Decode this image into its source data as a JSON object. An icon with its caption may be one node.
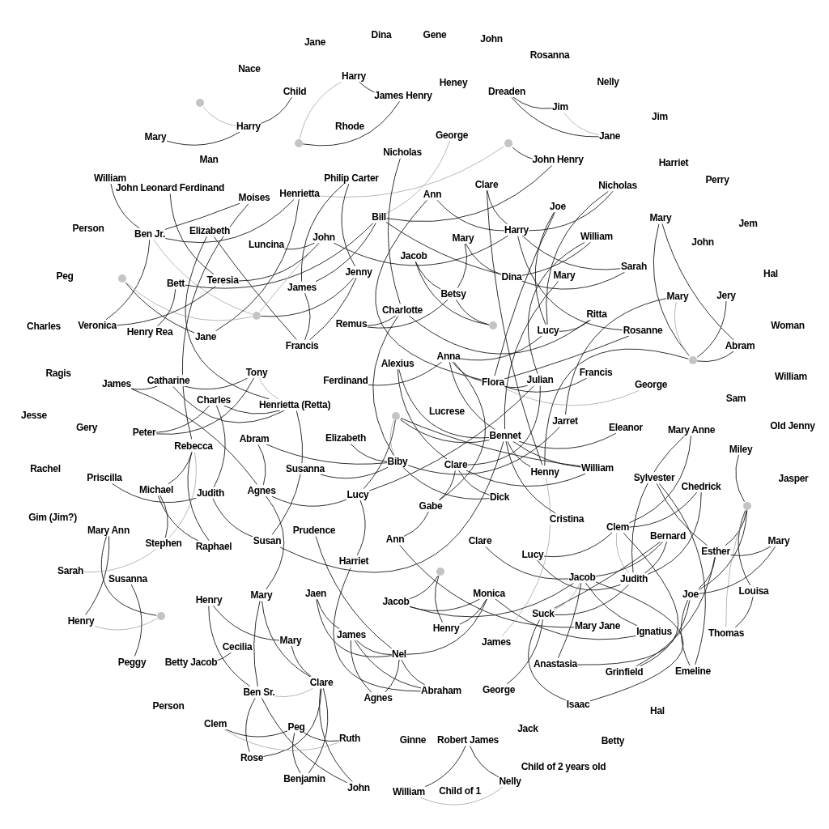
{
  "diagram": {
    "nodes": [
      {
        "text": [
          "Jane"
        ]
      },
      {
        "text": [
          "Dina"
        ]
      },
      {
        "text": [
          "Gene"
        ]
      },
      {
        "text": [
          "John"
        ]
      },
      {
        "text": [
          "Rosanna"
        ]
      },
      {
        "text": [
          "Nace"
        ]
      },
      {
        "text": [
          "Harry"
        ]
      },
      {
        "text": [
          "Heney"
        ]
      },
      {
        "text": [
          "Nelly"
        ]
      },
      {
        "text": [
          "Child"
        ]
      },
      {
        "text": [
          "James Henry"
        ]
      },
      {
        "text": [
          "Dreaden"
        ]
      },
      {
        "text": [],
        "shape": "circle"
      },
      {
        "text": [
          "Jim"
        ]
      },
      {
        "text": [
          "Jim"
        ]
      },
      {
        "text": [
          "Harry"
        ]
      },
      {
        "text": [
          "Rhode"
        ]
      },
      {
        "text": [
          "Jane"
        ]
      },
      {
        "text": [
          "Mary"
        ]
      },
      {
        "text": [],
        "shape": "circle"
      },
      {
        "text": [
          "George"
        ]
      },
      {
        "text": [],
        "shape": "circle"
      },
      {
        "text": [
          "Man"
        ]
      },
      {
        "text": [
          "Nicholas"
        ]
      },
      {
        "text": [
          "John Henry"
        ]
      },
      {
        "text": [
          "Harriet"
        ]
      },
      {
        "text": [
          "William"
        ]
      },
      {
        "text": [
          "John Leonard Ferdinand"
        ]
      },
      {
        "text": [
          "Philip Carter"
        ]
      },
      {
        "text": [
          "Perry"
        ]
      },
      {
        "text": [
          "Clare"
        ]
      },
      {
        "text": [
          "Moises"
        ]
      },
      {
        "text": [
          "Henrietta"
        ]
      },
      {
        "text": [
          "Ann"
        ]
      },
      {
        "text": [
          "Nicholas"
        ]
      },
      {
        "text": [
          "Joe"
        ]
      },
      {
        "text": [
          "Person"
        ]
      },
      {
        "text": [
          "Bill"
        ]
      },
      {
        "text": [
          "Mary"
        ]
      },
      {
        "text": [
          "Jem"
        ]
      },
      {
        "text": [
          "Ben Jr."
        ]
      },
      {
        "text": [
          "Elizabeth"
        ]
      },
      {
        "text": [
          "Harry"
        ]
      },
      {
        "text": [
          "Luncina"
        ]
      },
      {
        "text": [
          "John"
        ]
      },
      {
        "text": [
          "Mary"
        ]
      },
      {
        "text": [
          "William"
        ]
      },
      {
        "text": [
          "John"
        ]
      },
      {
        "text": [
          "Jacob"
        ]
      },
      {
        "text": [
          "Sarah"
        ]
      },
      {
        "text": [
          "Peg"
        ]
      },
      {
        "text": [],
        "shape": "circle"
      },
      {
        "text": [
          "Bett"
        ]
      },
      {
        "text": [
          "Teresia"
        ]
      },
      {
        "text": [
          "Jenny"
        ]
      },
      {
        "text": [
          "Mary"
        ]
      },
      {
        "text": [
          "Dina"
        ]
      },
      {
        "text": [
          "Hal"
        ]
      },
      {
        "text": [
          "James"
        ]
      },
      {
        "text": [
          "Betsy"
        ]
      },
      {
        "text": [
          "Charlotte"
        ]
      },
      {
        "text": [
          "Jery"
        ]
      },
      {
        "text": [
          "Mary"
        ]
      },
      {
        "text": [
          "Charles"
        ]
      },
      {
        "text": [
          "Veronica"
        ]
      },
      {
        "text": [
          "Henry Rea"
        ]
      },
      {
        "text": [
          "Jane"
        ]
      },
      {
        "text": [],
        "shape": "circle"
      },
      {
        "text": [
          "Remus"
        ]
      },
      {
        "text": [],
        "shape": "circle"
      },
      {
        "text": [
          "Ritta"
        ]
      },
      {
        "text": [
          "Lucy"
        ]
      },
      {
        "text": [
          "Rosanne"
        ]
      },
      {
        "text": [
          "Woman"
        ]
      },
      {
        "text": [
          "Abram"
        ]
      },
      {
        "text": [
          "Francis"
        ]
      },
      {
        "text": [
          "Ferdinand"
        ]
      },
      {
        "text": [
          "Anna"
        ]
      },
      {
        "text": [
          "Alexius"
        ]
      },
      {
        "text": [],
        "shape": "circle"
      },
      {
        "text": [
          "Ragis"
        ]
      },
      {
        "text": [
          "James"
        ]
      },
      {
        "text": [
          "Catharine"
        ]
      },
      {
        "text": [
          "Tony"
        ]
      },
      {
        "text": [
          "Flora"
        ]
      },
      {
        "text": [
          "Julian"
        ]
      },
      {
        "text": [
          "Francis"
        ]
      },
      {
        "text": [
          "William"
        ]
      },
      {
        "text": [
          "George"
        ]
      },
      {
        "text": [
          "Charles"
        ]
      },
      {
        "text": [
          "Henrietta (Retta)"
        ]
      },
      {
        "text": [
          "Sam"
        ]
      },
      {
        "text": [
          "Jesse"
        ]
      },
      {
        "text": [
          "Gery"
        ]
      },
      {
        "text": [
          "Peter"
        ]
      },
      {
        "text": [],
        "shape": "circle"
      },
      {
        "text": [
          "Lucrese"
        ]
      },
      {
        "text": [
          "Jarret"
        ]
      },
      {
        "text": [
          "Old Jenny"
        ]
      },
      {
        "text": [
          "Rebecca"
        ]
      },
      {
        "text": [
          "Abram"
        ]
      },
      {
        "text": [
          "Elizabeth"
        ]
      },
      {
        "text": [
          "Eleanor"
        ]
      },
      {
        "text": [
          "Mary Anne"
        ]
      },
      {
        "text": [
          "Bennet"
        ]
      },
      {
        "text": [
          "Miley"
        ]
      },
      {
        "text": [
          "Rachel"
        ]
      },
      {
        "text": [
          "Susanna"
        ]
      },
      {
        "text": [
          "Biby"
        ]
      },
      {
        "text": [
          "Clare"
        ]
      },
      {
        "text": [
          "Henny"
        ]
      },
      {
        "text": [
          "William"
        ]
      },
      {
        "text": [
          "Priscilla"
        ]
      },
      {
        "text": [
          "Sylvester"
        ]
      },
      {
        "text": [
          "Michael"
        ]
      },
      {
        "text": [
          "Judith"
        ]
      },
      {
        "text": [
          "Agnes"
        ]
      },
      {
        "text": [
          "Jasper"
        ]
      },
      {
        "text": [
          "Chedrick"
        ]
      },
      {
        "text": [
          "Lucy"
        ]
      },
      {
        "text": [
          "Dick"
        ]
      },
      {
        "text": [
          "Gabe"
        ]
      },
      {
        "text": [],
        "shape": "circle"
      },
      {
        "text": [
          "Gim (Jim?)"
        ]
      },
      {
        "text": [
          "Cristina"
        ]
      },
      {
        "text": [
          "Clem"
        ]
      },
      {
        "text": [
          "Mary Ann"
        ]
      },
      {
        "text": [
          "Stephen"
        ]
      },
      {
        "text": [
          "Raphael"
        ]
      },
      {
        "text": [
          "Susan"
        ]
      },
      {
        "text": [
          "Prudence"
        ]
      },
      {
        "text": [
          "Ann"
        ]
      },
      {
        "text": [
          "Clare"
        ]
      },
      {
        "text": [
          "Bernard"
        ]
      },
      {
        "text": [
          "Mary"
        ]
      },
      {
        "text": [
          "Lucy"
        ]
      },
      {
        "text": [
          "Esther"
        ]
      },
      {
        "text": [
          "Harriet"
        ]
      },
      {
        "text": [
          "Sarah"
        ]
      },
      {
        "text": [
          "Susanna"
        ]
      },
      {
        "text": [
          "Jacob"
        ]
      },
      {
        "text": [
          "Judith"
        ]
      },
      {
        "text": [
          "Jacob"
        ]
      },
      {
        "text": [],
        "shape": "circle"
      },
      {
        "text": [
          "Monica"
        ]
      },
      {
        "text": [
          "Henry"
        ]
      },
      {
        "text": [
          "Mary"
        ]
      },
      {
        "text": [
          "Jaen"
        ]
      },
      {
        "text": [
          "Joe"
        ]
      },
      {
        "text": [
          "Louisa"
        ]
      },
      {
        "text": [
          "Henry"
        ]
      },
      {
        "text": [],
        "shape": "circle"
      },
      {
        "text": [
          "Suck"
        ]
      },
      {
        "text": [
          "Henry"
        ]
      },
      {
        "text": [
          "Mary"
        ]
      },
      {
        "text": [
          "James"
        ]
      },
      {
        "text": [
          "Mary Jane"
        ]
      },
      {
        "text": [
          "Ignatius"
        ]
      },
      {
        "text": [
          "Thomas"
        ]
      },
      {
        "text": [
          "James"
        ]
      },
      {
        "text": [
          "Cecilia"
        ]
      },
      {
        "text": [
          "Nel"
        ]
      },
      {
        "text": [
          "Peggy"
        ]
      },
      {
        "text": [
          "Betty Jacob"
        ]
      },
      {
        "text": [
          "Anastasia"
        ]
      },
      {
        "text": [
          "Abraham"
        ]
      },
      {
        "text": [
          "Grinfield"
        ]
      },
      {
        "text": [
          "Emeline"
        ]
      },
      {
        "text": [
          "Clare"
        ]
      },
      {
        "text": [
          "Ben Sr."
        ]
      },
      {
        "text": [
          "Agnes"
        ]
      },
      {
        "text": [
          "George"
        ]
      },
      {
        "text": [
          "Isaac"
        ]
      },
      {
        "text": [
          "Person"
        ]
      },
      {
        "text": [
          "Hal"
        ]
      },
      {
        "text": [
          "Clem"
        ]
      },
      {
        "text": [
          "Peg"
        ]
      },
      {
        "text": [
          "Jack"
        ]
      },
      {
        "text": [
          "Ruth"
        ]
      },
      {
        "text": [
          "Ginne"
        ]
      },
      {
        "text": [
          "Robert James"
        ]
      },
      {
        "text": [
          "Betty"
        ]
      },
      {
        "text": [
          "Rose"
        ]
      },
      {
        "text": [
          "Child of 2 years old"
        ]
      },
      {
        "text": [
          "Benjamin"
        ]
      },
      {
        "text": [
          "John"
        ]
      },
      {
        "text": [
          "Nelly"
        ]
      },
      {
        "text": [
          "William"
        ]
      },
      {
        "text": [
          "Child of 1"
        ]
      }
    ],
    "edges": [
      {
        "from": 12,
        "to": 15,
        "arrow": "none",
        "color": "#999999"
      },
      {
        "from": 15,
        "to": 9,
        "arrow": "none"
      },
      {
        "from": 18,
        "to": 15,
        "arrow": "none"
      },
      {
        "from": 6,
        "to": 10,
        "arrow": "none"
      },
      {
        "from": 6,
        "to": 19,
        "arrow": "none",
        "color": "#999999"
      },
      {
        "from": 19,
        "to": 10,
        "arrow": "none"
      },
      {
        "from": 11,
        "to": 13,
        "arrow": "none"
      },
      {
        "from": 11,
        "to": 17,
        "arrow": "none"
      },
      {
        "from": 13,
        "to": 17,
        "arrow": "none",
        "color": "#999999"
      },
      {
        "from": 21,
        "to": 24,
        "arrow": "none"
      },
      {
        "from": 32,
        "to": 21,
        "arrow": "none",
        "color": "#999999"
      },
      {
        "from": 37,
        "to": 20,
        "arrow": "none",
        "color": "#999999"
      },
      {
        "from": 37,
        "to": 24,
        "arrow": "none"
      },
      {
        "from": 23,
        "to": 60,
        "arrow": "none"
      },
      {
        "from": 28,
        "to": 58,
        "arrow": "none"
      },
      {
        "from": 28,
        "to": 54,
        "arrow": "none"
      },
      {
        "from": 27,
        "to": 53,
        "arrow": "none"
      },
      {
        "from": 26,
        "to": 40,
        "arrow": "none"
      },
      {
        "from": 40,
        "to": 31,
        "arrow": "none"
      },
      {
        "from": 40,
        "to": 32,
        "arrow": "none"
      },
      {
        "from": 64,
        "to": 40,
        "arrow": "none"
      },
      {
        "from": 40,
        "to": 67,
        "arrow": "none",
        "color": "#999999"
      },
      {
        "from": 31,
        "to": 99,
        "arrow": "none"
      },
      {
        "from": 32,
        "to": 66,
        "arrow": "none"
      },
      {
        "from": 41,
        "to": 75,
        "arrow": "none"
      },
      {
        "from": 41,
        "to": 90,
        "arrow": "none"
      },
      {
        "from": 51,
        "to": 67,
        "arrow": "none",
        "color": "#999999"
      },
      {
        "from": 51,
        "to": 66,
        "arrow": "none"
      },
      {
        "from": 64,
        "to": 53,
        "arrow": "none"
      },
      {
        "from": 65,
        "to": 52,
        "arrow": "none"
      },
      {
        "from": 52,
        "to": 37,
        "arrow": "none"
      },
      {
        "from": 53,
        "to": 44,
        "arrow": "none"
      },
      {
        "from": 67,
        "to": 44,
        "arrow": "none",
        "color": "#999999"
      },
      {
        "from": 44,
        "to": 42,
        "arrow": "none"
      },
      {
        "from": 37,
        "to": 56,
        "arrow": "none"
      },
      {
        "from": 58,
        "to": 37,
        "arrow": "none"
      },
      {
        "from": 67,
        "to": 54,
        "arrow": "none"
      },
      {
        "from": 75,
        "to": 54,
        "arrow": "none"
      },
      {
        "from": 75,
        "to": 58,
        "arrow": "none"
      },
      {
        "from": 43,
        "to": 44,
        "arrow": "none"
      },
      {
        "from": 33,
        "to": 42,
        "arrow": "none"
      },
      {
        "from": 33,
        "to": 84,
        "arrow": "none"
      },
      {
        "from": 30,
        "to": 42,
        "arrow": "none"
      },
      {
        "from": 30,
        "to": 110,
        "arrow": "none"
      },
      {
        "from": 35,
        "to": 84,
        "arrow": "none"
      },
      {
        "from": 35,
        "to": 71,
        "arrow": "none"
      },
      {
        "from": 42,
        "to": 34,
        "arrow": "none"
      },
      {
        "from": 34,
        "to": 71,
        "arrow": "none"
      },
      {
        "from": 42,
        "to": 49,
        "arrow": "none"
      },
      {
        "from": 42,
        "to": 72,
        "arrow": "none"
      },
      {
        "from": 56,
        "to": 46,
        "arrow": "none"
      },
      {
        "from": 46,
        "to": 85,
        "arrow": "none"
      },
      {
        "from": 45,
        "to": 56,
        "arrow": "none"
      },
      {
        "from": 59,
        "to": 45,
        "arrow": "none"
      },
      {
        "from": 48,
        "to": 59,
        "arrow": "none"
      },
      {
        "from": 48,
        "to": 69,
        "arrow": "none"
      },
      {
        "from": 56,
        "to": 49,
        "arrow": "none"
      },
      {
        "from": 68,
        "to": 59,
        "arrow": "none"
      },
      {
        "from": 59,
        "to": 69,
        "arrow": "none"
      },
      {
        "from": 68,
        "to": 60,
        "arrow": "none"
      },
      {
        "from": 60,
        "to": 70,
        "arrow": "none"
      },
      {
        "from": 60,
        "to": 108,
        "arrow": "none"
      },
      {
        "from": 55,
        "to": 104,
        "arrow": "none"
      },
      {
        "from": 71,
        "to": 70,
        "arrow": "none"
      },
      {
        "from": 38,
        "to": 74,
        "arrow": "none"
      },
      {
        "from": 38,
        "to": 79,
        "arrow": "none"
      },
      {
        "from": 62,
        "to": 79,
        "arrow": "none",
        "color": "#999999"
      },
      {
        "from": 79,
        "to": 61,
        "arrow": "none"
      },
      {
        "from": 62,
        "to": 97,
        "arrow": "none"
      },
      {
        "from": 79,
        "to": 74,
        "arrow": "none"
      },
      {
        "from": 110,
        "to": 79,
        "arrow": "none"
      },
      {
        "from": 76,
        "to": 77,
        "arrow": "none"
      },
      {
        "from": 77,
        "to": 84,
        "arrow": "none"
      },
      {
        "from": 77,
        "to": 104,
        "arrow": "none"
      },
      {
        "from": 77,
        "to": 71,
        "arrow": "none"
      },
      {
        "from": 121,
        "to": 77,
        "arrow": "none"
      },
      {
        "from": 78,
        "to": 104,
        "arrow": "none"
      },
      {
        "from": 78,
        "to": 109,
        "arrow": "none"
      },
      {
        "from": 84,
        "to": 86,
        "arrow": "none"
      },
      {
        "from": 84,
        "to": 88,
        "arrow": "none",
        "color": "#999999"
      },
      {
        "from": 84,
        "to": 85,
        "arrow": "none"
      },
      {
        "from": 84,
        "to": 72,
        "arrow": "none"
      },
      {
        "from": 109,
        "to": 85,
        "arrow": "none"
      },
      {
        "from": 119,
        "to": 85,
        "arrow": "none"
      },
      {
        "from": 95,
        "to": 104,
        "arrow": "none"
      },
      {
        "from": 95,
        "to": 111,
        "arrow": "none"
      },
      {
        "from": 119,
        "to": 95,
        "arrow": "none"
      },
      {
        "from": 95,
        "to": 108,
        "arrow": "none",
        "color": "#999999"
      },
      {
        "from": 108,
        "to": 97,
        "arrow": "none"
      },
      {
        "from": 104,
        "to": 102,
        "arrow": "none"
      },
      {
        "from": 104,
        "to": 110,
        "arrow": "none"
      },
      {
        "from": 104,
        "to": 111,
        "arrow": "none"
      },
      {
        "from": 104,
        "to": 124,
        "arrow": "none"
      },
      {
        "from": 129,
        "to": 104,
        "arrow": "none"
      },
      {
        "from": 108,
        "to": 120,
        "arrow": "none"
      },
      {
        "from": 101,
        "to": 108,
        "arrow": "none"
      },
      {
        "from": 109,
        "to": 120,
        "arrow": "none"
      },
      {
        "from": 121,
        "to": 109,
        "arrow": "none"
      },
      {
        "from": 109,
        "to": 111,
        "arrow": "none"
      },
      {
        "from": 131,
        "to": 121,
        "arrow": "none"
      },
      {
        "from": 125,
        "to": 103,
        "arrow": "none"
      },
      {
        "from": 103,
        "to": 141,
        "arrow": "none"
      },
      {
        "from": 105,
        "to": 122,
        "arrow": "none"
      },
      {
        "from": 136,
        "to": 122,
        "arrow": "none"
      },
      {
        "from": 148,
        "to": 122,
        "arrow": "none"
      },
      {
        "from": 122,
        "to": 149,
        "arrow": "none"
      },
      {
        "from": 122,
        "to": 158,
        "arrow": "none",
        "color": "#999999"
      },
      {
        "from": 113,
        "to": 167,
        "arrow": "none"
      },
      {
        "from": 113,
        "to": 136,
        "arrow": "none"
      },
      {
        "from": 125,
        "to": 118,
        "arrow": "none"
      },
      {
        "from": 141,
        "to": 118,
        "arrow": "none"
      },
      {
        "from": 125,
        "to": 141,
        "arrow": "none",
        "color": "#999999"
      },
      {
        "from": 164,
        "to": 125,
        "arrow": "none"
      },
      {
        "from": 141,
        "to": 133,
        "arrow": "none"
      },
      {
        "from": 140,
        "to": 133,
        "arrow": "none"
      },
      {
        "from": 152,
        "to": 133,
        "arrow": "none"
      },
      {
        "from": 136,
        "to": 134,
        "arrow": "none"
      },
      {
        "from": 148,
        "to": 134,
        "arrow": "none"
      },
      {
        "from": 148,
        "to": 136,
        "arrow": "none"
      },
      {
        "from": 166,
        "to": 136,
        "arrow": "none"
      },
      {
        "from": 148,
        "to": 167,
        "arrow": "none"
      },
      {
        "from": 166,
        "to": 148,
        "arrow": "none"
      },
      {
        "from": 158,
        "to": 149,
        "arrow": "none"
      },
      {
        "from": 135,
        "to": 125,
        "arrow": "none"
      },
      {
        "from": 135,
        "to": 141,
        "arrow": "none"
      },
      {
        "from": 132,
        "to": 140,
        "arrow": "none"
      },
      {
        "from": 164,
        "to": 140,
        "arrow": "none"
      },
      {
        "from": 172,
        "to": 140,
        "arrow": "none"
      },
      {
        "from": 142,
        "to": 140,
        "arrow": "none"
      },
      {
        "from": 140,
        "to": 157,
        "arrow": "none"
      },
      {
        "from": 152,
        "to": 140,
        "arrow": "none",
        "color": "#999999"
      },
      {
        "from": 142,
        "to": 144,
        "arrow": "none"
      },
      {
        "from": 142,
        "to": 143,
        "arrow": "none"
      },
      {
        "from": 153,
        "to": 144,
        "arrow": "none"
      },
      {
        "from": 161,
        "to": 144,
        "arrow": "none"
      },
      {
        "from": 144,
        "to": 157,
        "arrow": "none"
      },
      {
        "from": 171,
        "to": 152,
        "arrow": "none"
      },
      {
        "from": 152,
        "to": 172,
        "arrow": "none"
      },
      {
        "from": 152,
        "to": 141,
        "arrow": "none"
      },
      {
        "from": 131,
        "to": 156,
        "arrow": "none"
      },
      {
        "from": 143,
        "to": 153,
        "arrow": "none"
      },
      {
        "from": 159,
        "to": 110,
        "arrow": "none",
        "color": "#999999"
      },
      {
        "from": 130,
        "to": 161,
        "arrow": "none"
      },
      {
        "from": 137,
        "to": 165,
        "arrow": "none"
      },
      {
        "from": 155,
        "to": 161,
        "arrow": "none"
      },
      {
        "from": 155,
        "to": 170,
        "arrow": "none"
      },
      {
        "from": 155,
        "to": 165,
        "arrow": "none"
      },
      {
        "from": 147,
        "to": 155,
        "arrow": "none"
      },
      {
        "from": 147,
        "to": 161,
        "arrow": "none"
      },
      {
        "from": 170,
        "to": 161,
        "arrow": "none"
      },
      {
        "from": 161,
        "to": 165,
        "arrow": "none"
      },
      {
        "from": 145,
        "to": 154,
        "arrow": "none"
      },
      {
        "from": 145,
        "to": 169,
        "arrow": "none"
      },
      {
        "from": 146,
        "to": 168,
        "arrow": "none"
      },
      {
        "from": 146,
        "to": 169,
        "arrow": "none"
      },
      {
        "from": 154,
        "to": 168,
        "arrow": "none"
      },
      {
        "from": 163,
        "to": 160,
        "arrow": "none"
      },
      {
        "from": 169,
        "to": 168,
        "arrow": "none",
        "color": "#999999"
      },
      {
        "from": 182,
        "to": 168,
        "arrow": "none"
      },
      {
        "from": 184,
        "to": 168,
        "arrow": "none"
      },
      {
        "from": 168,
        "to": 185,
        "arrow": "none"
      },
      {
        "from": 169,
        "to": 182,
        "arrow": "none"
      },
      {
        "from": 169,
        "to": 185,
        "arrow": "none"
      },
      {
        "from": 175,
        "to": 176,
        "arrow": "none"
      },
      {
        "from": 175,
        "to": 178,
        "arrow": "none",
        "color": "#999999"
      },
      {
        "from": 176,
        "to": 178,
        "arrow": "none"
      },
      {
        "from": 176,
        "to": 184,
        "arrow": "none"
      },
      {
        "from": 180,
        "to": 186,
        "arrow": "none"
      },
      {
        "from": 187,
        "to": 180,
        "arrow": "none"
      },
      {
        "from": 187,
        "to": 186,
        "arrow": "none",
        "color": "#999999"
      },
      {
        "from": 150,
        "to": 126,
        "arrow": "none"
      },
      {
        "from": 126,
        "to": 151,
        "arrow": "none"
      },
      {
        "from": 150,
        "to": 151,
        "arrow": "none",
        "color": "#999999"
      },
      {
        "from": 162,
        "to": 139,
        "arrow": "none"
      },
      {
        "from": 138,
        "to": 127,
        "arrow": "none",
        "color": "#999999"
      },
      {
        "from": 127,
        "to": 99,
        "arrow": "none",
        "color": "#999999"
      },
      {
        "from": 114,
        "to": 99,
        "arrow": "none"
      },
      {
        "from": 99,
        "to": 128,
        "arrow": "none"
      },
      {
        "from": 127,
        "to": 114,
        "arrow": "none"
      },
      {
        "from": 114,
        "to": 128,
        "arrow": "none"
      },
      {
        "from": 112,
        "to": 115,
        "arrow": "none"
      },
      {
        "from": 115,
        "to": 129,
        "arrow": "none"
      },
      {
        "from": 115,
        "to": 89,
        "arrow": "none"
      },
      {
        "from": 81,
        "to": 82,
        "arrow": "none"
      },
      {
        "from": 81,
        "to": 116,
        "arrow": "none"
      },
      {
        "from": 82,
        "to": 90,
        "arrow": "none"
      },
      {
        "from": 94,
        "to": 83,
        "arrow": "none"
      },
      {
        "from": 94,
        "to": 89,
        "arrow": "none"
      },
      {
        "from": 83,
        "to": 90,
        "arrow": "none",
        "color": "#999999"
      },
      {
        "from": 82,
        "to": 83,
        "arrow": "none"
      },
      {
        "from": 89,
        "to": 90,
        "arrow": "none"
      },
      {
        "from": 116,
        "to": 100,
        "arrow": "none"
      },
      {
        "from": 100,
        "to": 108,
        "arrow": "none"
      },
      {
        "from": 116,
        "to": 119,
        "arrow": "none"
      },
      {
        "from": 146,
        "to": 116,
        "arrow": "none"
      },
      {
        "from": 129,
        "to": 90,
        "arrow": "none"
      },
      {
        "from": 107,
        "to": 108,
        "arrow": "none"
      },
      {
        "from": 137,
        "to": 119,
        "arrow": "none"
      }
    ]
  }
}
